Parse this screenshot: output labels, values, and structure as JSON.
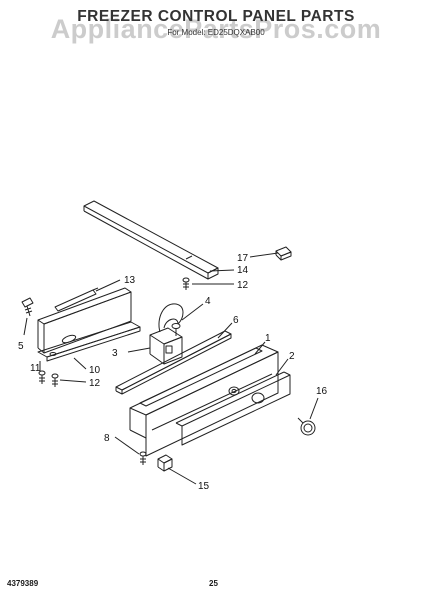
{
  "header": {
    "title": "FREEZER CONTROL PANEL PARTS",
    "subtitle": "For Model: ED25DQXAB00",
    "watermark": "AppliancePartsPros.com"
  },
  "callouts": [
    "17",
    "14",
    "12",
    "13",
    "4",
    "6",
    "5",
    "1",
    "3",
    "2",
    "11",
    "10",
    "12",
    "16",
    "8",
    "15"
  ],
  "footer": {
    "part_number": "4379389",
    "page_number": "25"
  }
}
